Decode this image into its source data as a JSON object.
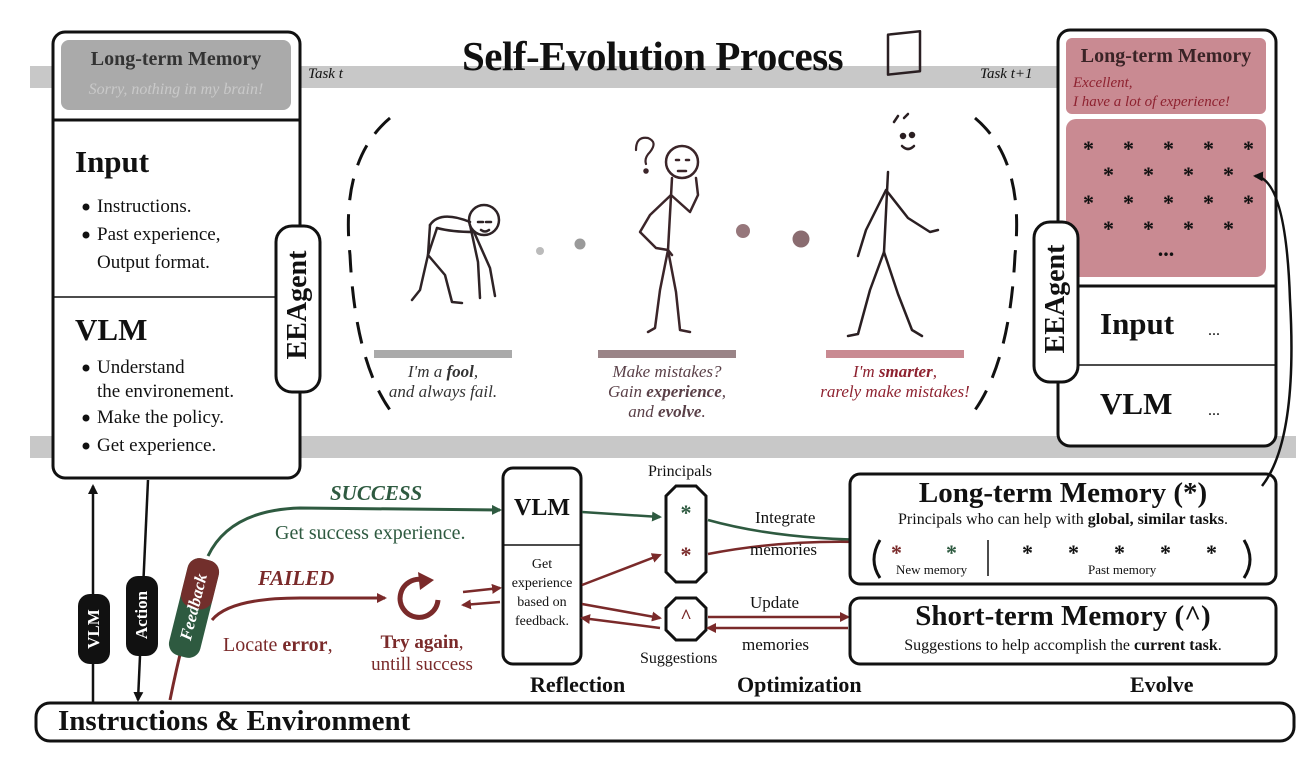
{
  "header": {
    "title": "Self-Evolution Process",
    "task_t": "Task t",
    "task_t1": "Task t+1"
  },
  "left_agent": {
    "memory_title": "Long-term Memory",
    "memory_sub": "Sorry, nothing in my brain!",
    "input_title": "Input",
    "input_items": [
      "Instructions.",
      "Past experience,",
      "Output format."
    ],
    "vlm_title": "VLM",
    "vlm_items": [
      "Understand",
      "the environement.",
      "Make the policy.",
      "Get experience."
    ],
    "tag": "EEAgent"
  },
  "right_agent": {
    "memory_title": "Long-term Memory",
    "memory_sub1": "Excellent,",
    "memory_sub2": "I have a lot of experience!",
    "stars_more": "...",
    "input_title": "Input",
    "vlm_title": "VLM",
    "ellipsis": "...",
    "tag": "EEAgent"
  },
  "stages": [
    {
      "line1_pre": "I'm a ",
      "line1_em": "fool",
      "line1_post": ",",
      "line2": "and always fail.",
      "color": "#333333"
    },
    {
      "line1": "Make mistakes?",
      "line2_pre": "Gain ",
      "line2_em": "experience",
      "line2_post": ",",
      "line3_pre": "and ",
      "line3_em": "evolve",
      "line3_post": ".",
      "color": "#5a4048"
    },
    {
      "line1_pre": "I'm ",
      "line1_em": "smarter",
      "line1_post": ",",
      "line2": "rarely make mistakes!",
      "color": "#8e2230"
    }
  ],
  "bottom": {
    "success": "SUCCESS",
    "success_sub": "Get success experience.",
    "failed": "FAILED",
    "locate_pre": "Locate ",
    "locate_em": "error",
    "locate_post": ",",
    "try_em": "Try again",
    "try_post": ",",
    "until": "untill success",
    "vlm_box": "VLM",
    "reflect_text": [
      "Get",
      "experience",
      "based on",
      "feedback."
    ],
    "principals": "Principals",
    "suggestions": "Suggestions",
    "integrate": "Integrate",
    "memories": "memories",
    "update": "Update",
    "memories2": "memories",
    "ltm_title": "Long-term Memory (*)",
    "ltm_sub_pre": "Principals who can help with ",
    "ltm_sub_em": "global, similar tasks",
    "ltm_sub_post": ".",
    "new_memory": "New memory",
    "past_memory": "Past memory",
    "stm_title": "Short-term Memory (^)",
    "stm_sub_pre": "Suggestions to help accomplish the ",
    "stm_sub_em": "current task",
    "stm_sub_post": ".",
    "reflection": "Reflection",
    "optimization": "Optimization",
    "evolve": "Evolve",
    "env": "Instructions & Environment",
    "pill_vlm": "VLM",
    "pill_action": "Action",
    "pill_feedback": "Feedback"
  },
  "colors": {
    "success": "#2e5a40",
    "failed": "#7a2a2a",
    "memory_fill": "#c98a92",
    "band": "#c8c8c8"
  }
}
